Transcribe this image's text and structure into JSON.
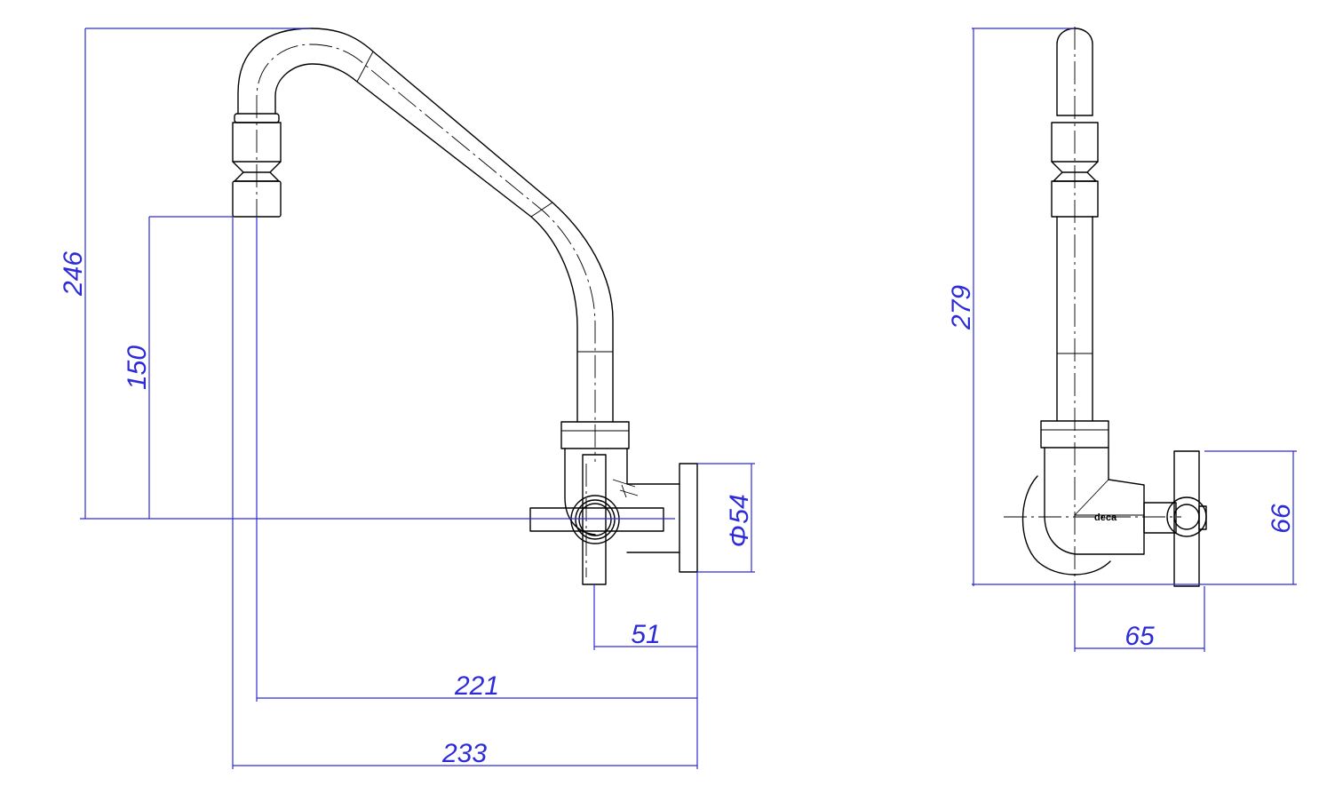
{
  "front_view": {
    "dimensions": {
      "overall_height": "246",
      "spout_height": "150",
      "flange_diameter_symbol": "Φ",
      "flange_diameter": "54",
      "handle_offset": "51",
      "spout_reach_inner": "221",
      "spout_reach_overall": "233"
    }
  },
  "side_view": {
    "brand_label": "deca",
    "dimensions": {
      "overall_height": "279",
      "handle_height": "66",
      "projection": "65"
    }
  },
  "colors": {
    "dimension": "#2d2bd8",
    "outline": "#000000"
  }
}
